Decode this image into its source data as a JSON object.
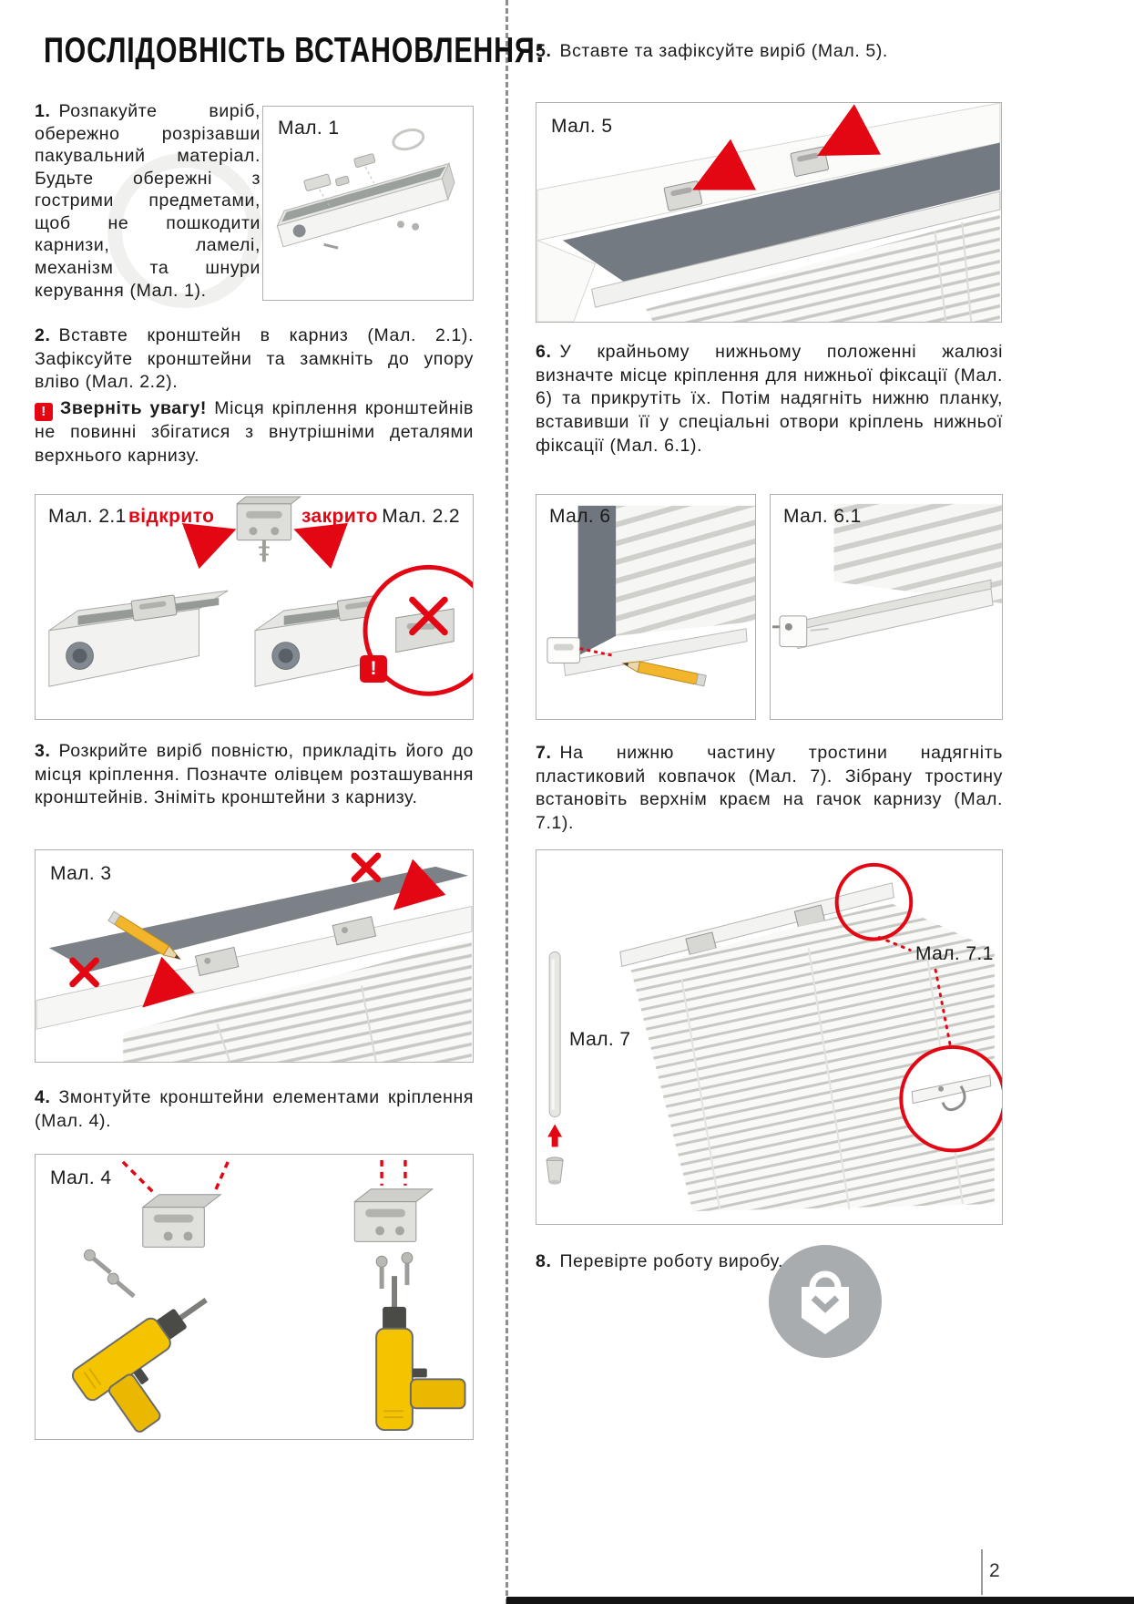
{
  "page": {
    "title": "ПОСЛІДОВНІСТЬ ВСТАНОВЛЕННЯ:",
    "number": "2"
  },
  "steps": {
    "s1": {
      "num": "1.",
      "text": "Розпакуйте виріб, обережно розрізавши пакувальний матеріал. Будьте обережні з гострими предметами, щоб не пошкодити карнизи, ламелі, механізм та шнури керування (Мал. 1)."
    },
    "s2": {
      "num": "2.",
      "text": "Вставте кронштейн в карниз (Мал. 2.1). Зафіксуйте кронштейни та замкніть до упору вліво (Мал. 2.2).",
      "warn_icon": "!",
      "warn_title": "Зверніть увагу!",
      "warn_text": "Місця кріплення кронштейнів не повинні збігатися з внутрішніми деталями верхнього карнизу."
    },
    "s3": {
      "num": "3.",
      "text": "Розкрийте виріб повністю, прикладіть його до місця кріплення. Позначте олівцем розташування кронштейнів. Зніміть кронштейни з карнизу."
    },
    "s4": {
      "num": "4.",
      "text": "Змонтуйте кронштейни елементами кріплення (Мал. 4)."
    },
    "s5": {
      "num": "5.",
      "text": "Вставте та зафіксуйте виріб (Мал. 5)."
    },
    "s6": {
      "num": "6.",
      "text": "У крайньому нижньому положенні жалюзі визначте місце кріплення для нижньої фіксації (Мал. 6) та прикрутіть їх. Потім надягніть нижню планку, вставивши її у спеціальні отвори кріплень нижньої фіксації (Мал. 6.1)."
    },
    "s7": {
      "num": "7.",
      "text": "На нижню частину тростини надягніть пластиковий ковпачок (Мал. 7). Зібрану тростину встановіть верхнім краєм на гачок карнизу (Мал. 7.1)."
    },
    "s8": {
      "num": "8.",
      "text": "Перевірте роботу виробу."
    }
  },
  "figures": {
    "f1": {
      "label": "Мал. 1"
    },
    "f2": {
      "label_left": "Мал. 2.1",
      "open_label": "відкрито",
      "closed_label": "закрито",
      "label_right": "Мал. 2.2",
      "warn_mark": "!"
    },
    "f3": {
      "label": "Мал. 3"
    },
    "f4": {
      "label": "Мал. 4"
    },
    "f5": {
      "label": "Мал. 5"
    },
    "f6": {
      "label": "Мал. 6"
    },
    "f6_1": {
      "label": "Мал. 6.1"
    },
    "f7": {
      "label": "Мал. 7",
      "label_detail": "Мал. 7.1"
    }
  },
  "colors": {
    "accent_red": "#e30613",
    "drill_yellow": "#f5c400",
    "wall_gray": "#747a82"
  }
}
